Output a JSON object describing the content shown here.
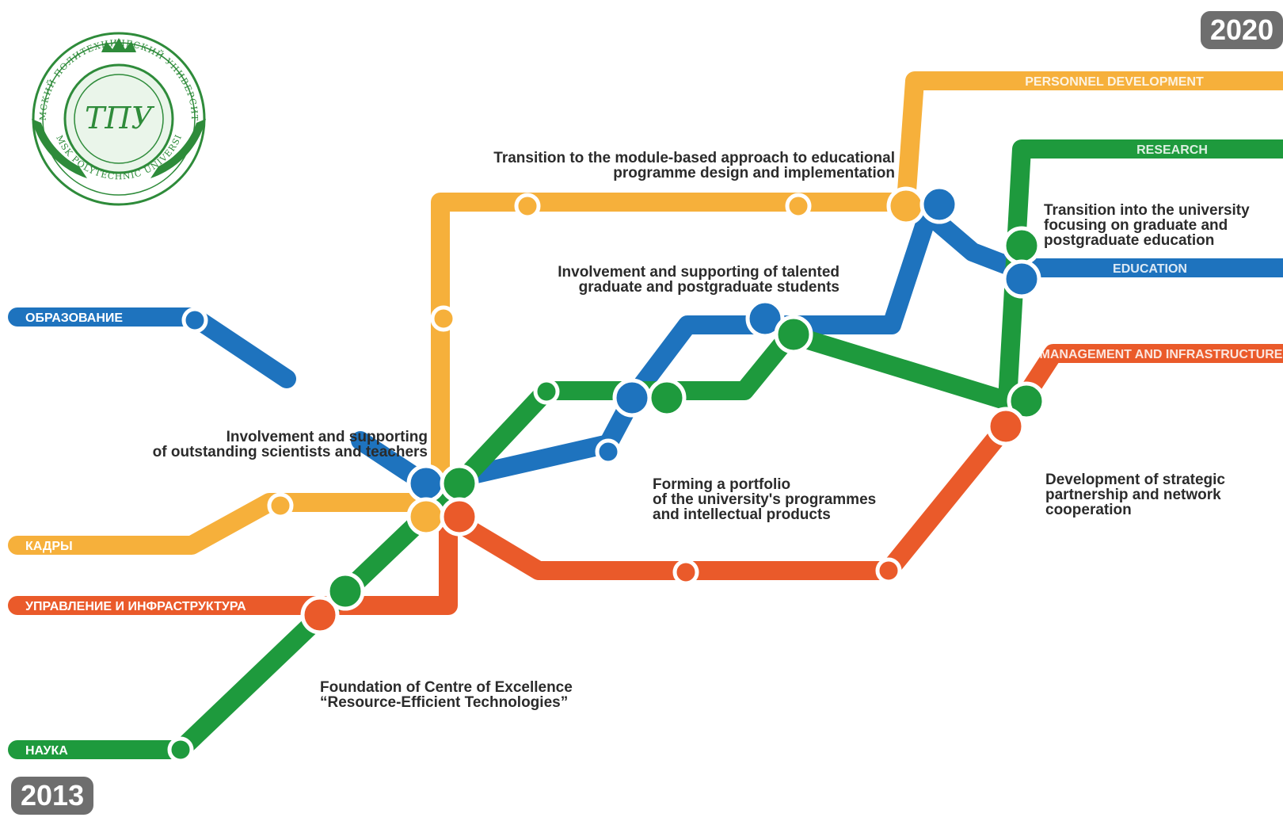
{
  "years": {
    "start": "2013",
    "end": "2020"
  },
  "colors": {
    "education": "#1e73be",
    "personnel": "#f6b03b",
    "management": "#ea5a2a",
    "research": "#1e9a3d",
    "station_border": "#ffffff",
    "text": "#2b2b2b",
    "year_badge": "#6e6e6e"
  },
  "lines": {
    "education": {
      "label_ru": "ОБРАЗОВАНИЕ",
      "label_en": "EDUCATION"
    },
    "personnel": {
      "label_ru": "КАДРЫ",
      "label_en": "PERSONNEL DEVELOPMENT"
    },
    "management": {
      "label_ru": "УПРАВЛЕНИЕ И ИНФРАСТРУКТУРА",
      "label_en": "MANAGEMENT AND INFRASTRUCTURE"
    },
    "research": {
      "label_ru": "НАУКА",
      "label_en": "RESEARCH"
    }
  },
  "annotations": {
    "module": [
      "Transition to the module-based approach to educational",
      "programme design and implementation"
    ],
    "talented": [
      "Involvement and supporting of talented",
      "graduate and postgraduate students"
    ],
    "graduate": [
      "Transition into the university",
      "focusing on graduate and",
      "postgraduate education"
    ],
    "scientists": [
      "Involvement and supporting",
      "of outstanding scientists and teachers"
    ],
    "portfolio": [
      "Forming a portfolio",
      "of the university's programmes",
      "and intellectual products"
    ],
    "partnership": [
      "Development of strategic",
      "partnership and network",
      "cooperation"
    ],
    "centre": [
      "Foundation of Centre of Excellence",
      "“Resource-Efficient Technologies”"
    ]
  },
  "logo": {
    "name_ru": "ТОМСКИЙ ПОЛИТЕХНИЧЕСКИЙ УНИВЕРСИТЕТ",
    "name_en": "TOMSK POLYTECHNIC UNIVERSITY",
    "monogram": "ТПУ",
    "color": "#2e8b3a"
  }
}
